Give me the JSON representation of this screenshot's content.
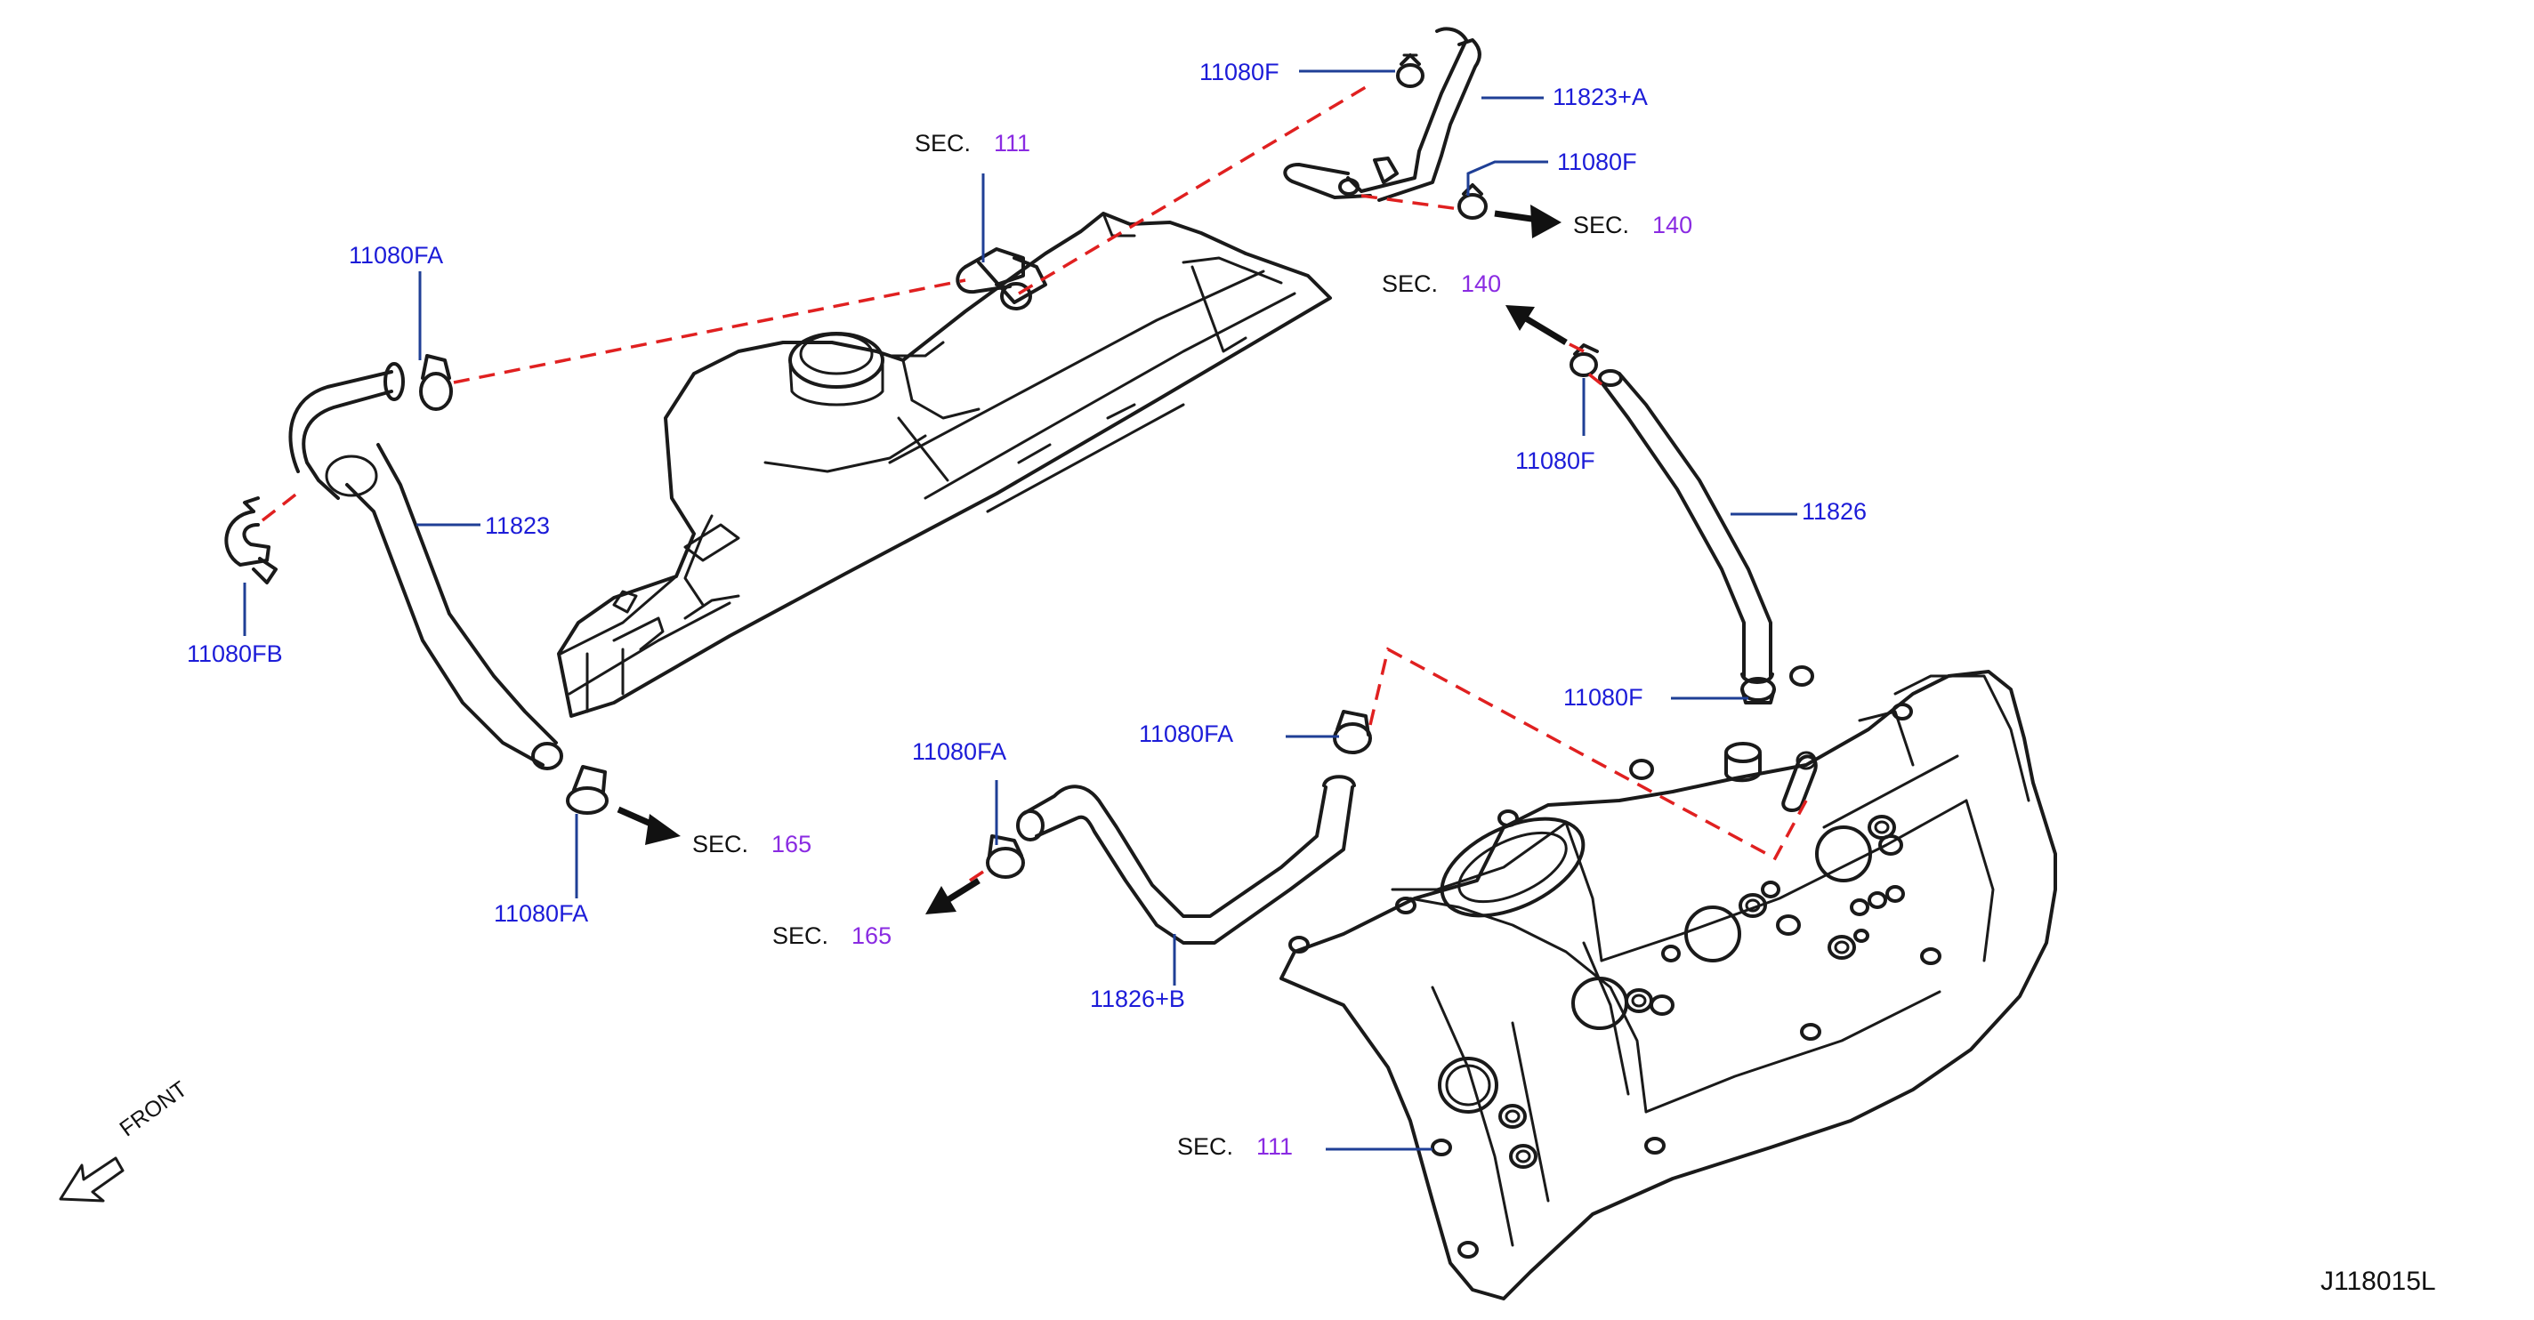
{
  "parts": {
    "clamp_f_top": "11080F",
    "hose_11823a": "11823+A",
    "clamp_f_upper_right": "11080F",
    "clamp_fa_top_left": "11080FA",
    "hose_11823": "11823",
    "clamp_fb": "11080FB",
    "clamp_fa_bottom_left": "11080FA",
    "clamp_f_mid_right": "11080F",
    "hose_11826": "11826",
    "clamp_f_lower_right": "11080F",
    "clamp_fa_center_right": "11080FA",
    "clamp_fa_center_left": "11080FA",
    "hose_11826b": "11826+B"
  },
  "sections": {
    "sec_111_top": {
      "word": "SEC.",
      "num": "111"
    },
    "sec_140_right": {
      "word": "SEC.",
      "num": "140"
    },
    "sec_140_mid": {
      "word": "SEC.",
      "num": "140"
    },
    "sec_165_left": {
      "word": "SEC.",
      "num": "165"
    },
    "sec_165_center": {
      "word": "SEC.",
      "num": "165"
    },
    "sec_111_bottom": {
      "word": "SEC.",
      "num": "111"
    }
  },
  "front_label": "FRONT",
  "diagram_code": "J118015L",
  "colors": {
    "part_number": "#1c1cd8",
    "section_number": "#8a2be2",
    "leader_line": "#1f3f96",
    "connection_dash": "#e02020",
    "outline": "#1a1a1a"
  }
}
